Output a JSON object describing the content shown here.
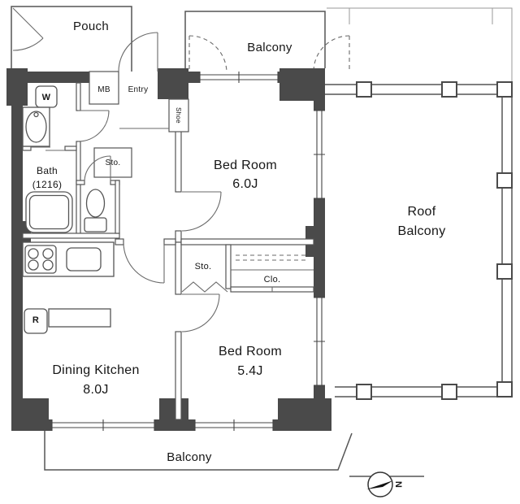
{
  "colors": {
    "wall": "#4a4a4a",
    "line": "#555555",
    "text": "#161616",
    "background": "#ffffff"
  },
  "rooms": {
    "pouch": {
      "label": "Pouch"
    },
    "balcony_top": {
      "label": "Balcony"
    },
    "meter_box": {
      "label": "MB"
    },
    "entry": {
      "label": "Entry"
    },
    "shoe": {
      "label": "Shoe"
    },
    "washer": {
      "label": "W"
    },
    "bath": {
      "label": "Bath",
      "size": "(1216)"
    },
    "storage_hall": {
      "label": "Sto."
    },
    "bedroom1": {
      "label": "Bed Room",
      "size": "6.0J"
    },
    "roof_balcony": {
      "label_line1": "Roof",
      "label_line2": "Balcony"
    },
    "storage2": {
      "label": "Sto."
    },
    "closet": {
      "label": "Clo."
    },
    "bedroom2": {
      "label": "Bed Room",
      "size": "5.4J"
    },
    "fridge": {
      "label": "R"
    },
    "dining_kitchen": {
      "label": "Dining Kitchen",
      "size": "8.0J"
    },
    "balcony_bottom": {
      "label": "Balcony"
    }
  },
  "compass": {
    "north": "N"
  }
}
